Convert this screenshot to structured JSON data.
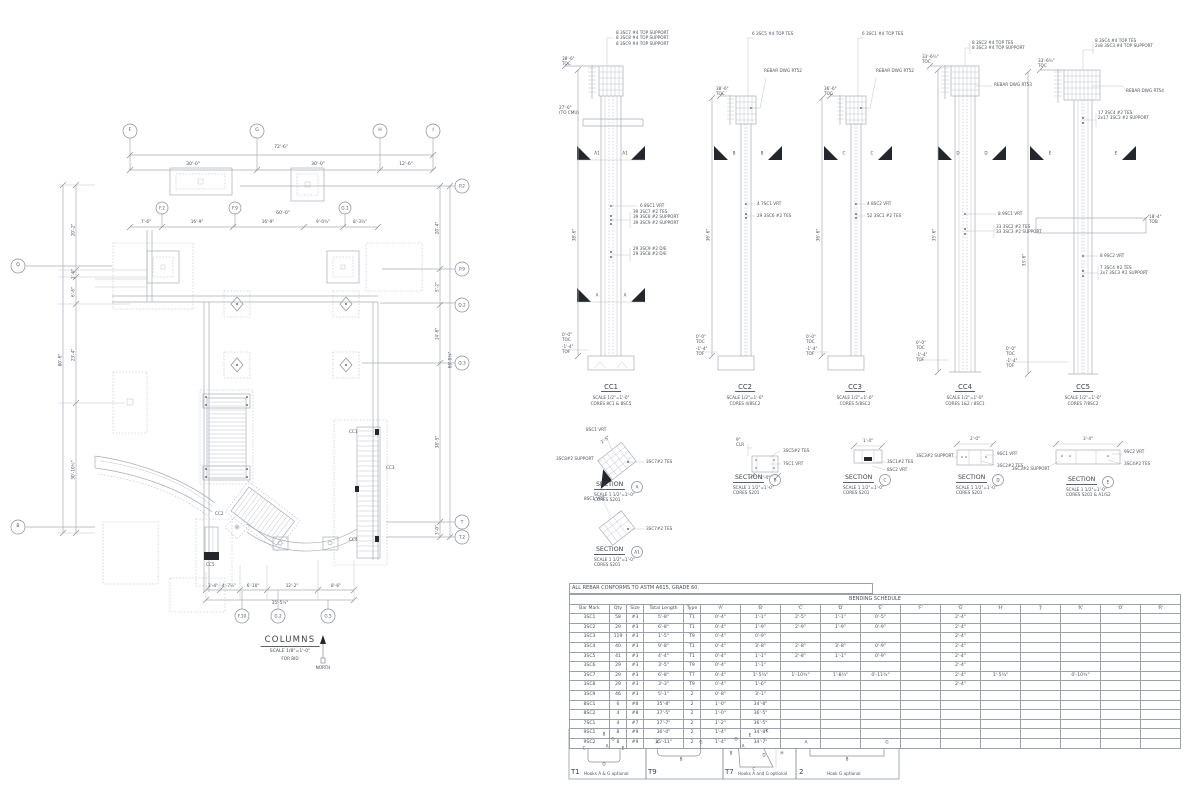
{
  "note": "ALL REBAR CONFORMS TO ASTM A615, GRADE 60.",
  "plan": {
    "title": "COLUMNS",
    "scale": "SCALE 1/8\"=1'-0\"",
    "bid": "FOR BID",
    "north": "NORTH",
    "grid_top": [
      "F",
      "G",
      "H",
      "I"
    ],
    "dim_overall_top": "72'-6\"",
    "dims_top": [
      "30'-0\"",
      "30'-0\"",
      "12'-6\""
    ],
    "grid_inner": [
      "F.2",
      "F.9",
      "G.1"
    ],
    "dim_overall_inner": "60'-0\"",
    "dims_inner": [
      "7'-6\"",
      "16'-9\"",
      "16'-9\"",
      "9'-0¾\"",
      "8'-3¾\""
    ],
    "grid_right": [
      "P.2",
      "P.9",
      "Q.2",
      "Q.3",
      "T",
      "T.2"
    ],
    "dims_right": [
      "20'-4\"",
      "5'-2\"",
      "14'-6\"",
      "38'-5\"",
      "3'-0\""
    ],
    "dim_overall_right": "66'-9¾\"",
    "grid_left": [
      "Q",
      "B"
    ],
    "dims_left": [
      "20'-2\"",
      "1'-6\"",
      "6'-6\"",
      "23'-4\"",
      "30'-10½\""
    ],
    "dim_overall_left": "80'-6\"",
    "grid_bottom": [
      "F.10",
      "G.2",
      "G.5"
    ],
    "dims_bottom": [
      "3'-4\"",
      "4'-7½\"",
      "6'-10\"",
      "12'-2\"",
      "8'-6\""
    ],
    "dim_overall_bottom": "35'-5½\"",
    "tags": {
      "cc1": "CC1",
      "cc2": "CC2",
      "cc3": "CC3",
      "cc4": "CC4",
      "cc5": "CC5"
    }
  },
  "elevations": [
    {
      "name": "CC1",
      "scale": "SCALE 1/2\"=1'-0\"",
      "cores": "CORES 8C1 & 8SC5",
      "top_note": "8 3SC7 #4 TOP SUPPORT\n8 3SC8 #4 TOP SUPPORT\n8 3SC9 #4 TOP SUPPORT",
      "elev": "38'-6\"\nTOC",
      "cmu": "27'-6\"\n(TO CMU)",
      "vert": "6 8SC1 VRT",
      "ties": "39 3SC7 #2 TES\n39 3SC8 #2 SUPPORT\n39 3SC9 #2 SUPPORT",
      "ties2": "29 3SC9 #2 D/E\n29 3SC8 #2 D/E",
      "height": "38'-6\"",
      "base": "0'-0\"\nTOC",
      "base2": "-1'-4\"\nTOF",
      "flag_upper": "A1",
      "flag_lower": "A"
    },
    {
      "name": "CC2",
      "scale": "SCALE 1/2\"=1'-0\"",
      "cores": "CORES 4/8SC2",
      "top_note": "6 3SC5 #4 TOP TES",
      "ref": "REBAR DWG RT52",
      "elev": "38'-6\"\nTOC",
      "vert": "4 7SC1 VRT",
      "ties": "29 3SC6 #2 TES",
      "height": "36'-6\"",
      "base": "0'-0\"\nTOC",
      "base2": "-1'-4\"\nTOF",
      "flag": "B"
    },
    {
      "name": "CC3",
      "scale": "SCALE 1/2\"=1'-0\"",
      "cores": "CORES 5/8SC2",
      "top_note": "6 3SC1 #4 TOP TES",
      "ref": "REBAR DWG RT52",
      "elev": "36'-6\"\nTOC",
      "vert": "4 8SC2 VRT",
      "ties": "52 3SC1 #2 TES",
      "height": "36'-6\"",
      "base": "0'-0\"\nTOC",
      "base2": "-1'-4\"\nTOF",
      "flag": "C"
    },
    {
      "name": "CC4",
      "scale": "SCALE 1/2\"=1'-0\"",
      "cores": "CORES 1&2 / 8SC1",
      "top_note": "8 3SC2 #4 TOP TES\n8 3SC3 #4 TOP SUPPORT",
      "ref": "REBAR DWG RT53",
      "elev": "33'-6¾\"\nTOC",
      "vert": "8 9SC1 VRT",
      "ties": "33 3SC2 #2 TES\n33 3SC3 #2 SUPPORT",
      "height": "35'-6\"",
      "base": "0'-0\"\nTOC",
      "base2": "-1'-4\"\nTOF",
      "flag": "D"
    },
    {
      "name": "CC5",
      "scale": "SCALE 1/2\"=1'-0\"",
      "cores": "CORES 7/8SC2",
      "top_note": "8 3SC4 #4 TOP TES\n2x8 3SC3 #4 TOP SUPPORT",
      "ref": "REBAR DWG RT54",
      "ties_top": "17 3SC4 #2 TES\n2x17 3SC3 #2 SUPPORT",
      "beam": "18'-4\"\nTOB",
      "elev": "33'-6¾\"\nTOC",
      "vert": "8 9SC2 VRT",
      "ties": "7 3SC4 #2 TES\n2x7 3SC3 #2 SUPPORT",
      "height": "33'-6\"",
      "base": "0'-0\"\nTOC",
      "base2": "-1'-4\"\nTOF",
      "flag": "E"
    }
  ],
  "sections": [
    {
      "title": "SECTION",
      "bubble": "A",
      "scale": "SCALE 1 1/2\"=1'-0\"",
      "ref": "CORES S201",
      "l1": "8SC1 VRT",
      "l2": "3SC8#2 SUPPORT",
      "l3": "3SC7#2 TES",
      "d1": "2'-5\"",
      "d2": "1'-10\""
    },
    {
      "title": "SECTION",
      "bubble": "A1",
      "scale": "SCALE 1 1/2\"=1'-0\"",
      "ref": "CORES S201",
      "l1": "8SC1 VRT",
      "l3": "3SC7#2 TES",
      "d1": "2'-5\""
    },
    {
      "title": "SECTION",
      "bubble": "B",
      "scale": "SCALE 1 1/2\"=1'-0\"",
      "ref": "CORES S201",
      "l1": "3SC5#2 TES",
      "l2": "7SC1 VRT",
      "d1": "9\"\nCLR",
      "d2": "1'-4\""
    },
    {
      "title": "SECTION",
      "bubble": "C",
      "scale": "SCALE 1 1/2\"=1'-0\"",
      "ref": "CORES S201",
      "l1": "3SC1#2 TES",
      "l2": "8SC2 VRT",
      "d1": "1'-4\""
    },
    {
      "title": "SECTION",
      "bubble": "D",
      "scale": "SCALE 1 1/2\"=1'-0\"",
      "ref": "CORES S201",
      "l1": "3SC3#2 SUPPORT",
      "l2": "9SC1 VRT",
      "l3": "3SC2#2 TES",
      "d1": "2'-0\""
    },
    {
      "title": "SECTION",
      "bubble": "E",
      "scale": "SCALE 1 1/2\"=1'-0\"",
      "ref": "CORES S201 & A1/S2",
      "l1": "3SC3#2 SUPPORT",
      "l2": "9SC2 VRT",
      "l3": "3SC4#2 TES",
      "d1": "3'-4\""
    }
  ],
  "schedule": {
    "title": "BENDING SCHEDULE",
    "headers": [
      "Bar Mark",
      "Qty",
      "Size",
      "Total Length",
      "Type",
      "'A'",
      "'B'",
      "'C'",
      "'D'",
      "'E'",
      "'F'",
      "'G'",
      "'H'",
      "'J'",
      "'K'",
      "'O'",
      "'R'"
    ],
    "rows": [
      [
        "3SC1",
        "58",
        "#3",
        "5'-8\"",
        "T1",
        "0'-4\"",
        "1'-1\"",
        "2'-5\"",
        "1'-1\"",
        "0'-5\"",
        "",
        "2'-4\"",
        "",
        "",
        "",
        "",
        ""
      ],
      [
        "3SC2",
        "29",
        "#3",
        "6'-8\"",
        "T1",
        "0'-4\"",
        "1'-9\"",
        "2'-9\"",
        "1'-9\"",
        "0'-9\"",
        "",
        "2'-4\"",
        "",
        "",
        "",
        "",
        ""
      ],
      [
        "3SC3",
        "119",
        "#3",
        "1'-5\"",
        "T9",
        "0'-4\"",
        "0'-9\"",
        "",
        "",
        "",
        "",
        "2'-4\"",
        "",
        "",
        "",
        "",
        ""
      ],
      [
        "3SC4",
        "40",
        "#3",
        "9'-8\"",
        "T1",
        "0'-4\"",
        "3'-8\"",
        "2'-8\"",
        "3'-8\"",
        "0'-9\"",
        "",
        "2'-4\"",
        "",
        "",
        "",
        "",
        ""
      ],
      [
        "3SC5",
        "41",
        "#3",
        "4'-4\"",
        "T1",
        "0'-4\"",
        "1'-1\"",
        "2'-8\"",
        "1'-1\"",
        "0'-9\"",
        "",
        "2'-4\"",
        "",
        "",
        "",
        "",
        ""
      ],
      [
        "3SC6",
        "29",
        "#3",
        "3'-5\"",
        "T9",
        "0'-4\"",
        "1'-1\"",
        "",
        "",
        "",
        "",
        "2'-4\"",
        "",
        "",
        "",
        "",
        ""
      ],
      [
        "3SC7",
        "29",
        "#3",
        "6'-8\"",
        "T7",
        "0'-4\"",
        "1'-5¾\"",
        "1'-10¾\"",
        "1'-8¾\"",
        "0'-11¾\"",
        "",
        "2'-4\"",
        "1'-5¾\"",
        "",
        "0'-10¾\"",
        "",
        ""
      ],
      [
        "3SC8",
        "29",
        "#3",
        "3'-3\"",
        "T9",
        "0'-4\"",
        "1'-6\"",
        "",
        "",
        "",
        "",
        "2'-4\"",
        "",
        "",
        "",
        "",
        ""
      ],
      [
        "3SC9",
        "46",
        "#3",
        "5'-1\"",
        "2",
        "0'-8\"",
        "3'-1\"",
        "",
        "",
        "",
        "",
        "",
        "",
        "",
        "",
        "",
        ""
      ],
      [
        "8SC1",
        "6",
        "#8",
        "35'-8\"",
        "2",
        "1'-0\"",
        "34'-8\"",
        "",
        "",
        "",
        "",
        "",
        "",
        "",
        "",
        "",
        ""
      ],
      [
        "8SC2",
        "4",
        "#8",
        "37'-5\"",
        "2",
        "1'-0\"",
        "36'-5\"",
        "",
        "",
        "",
        "",
        "",
        "",
        "",
        "",
        "",
        ""
      ],
      [
        "7SC1",
        "4",
        "#7",
        "37'-7\"",
        "2",
        "1'-2\"",
        "36'-5\"",
        "",
        "",
        "",
        "",
        "",
        "",
        "",
        "",
        "",
        ""
      ],
      [
        "9SC1",
        "8",
        "#9",
        "36'-0\"",
        "2",
        "1'-4\"",
        "34'-8\"",
        "",
        "",
        "",
        "",
        "",
        "",
        "",
        "",
        "",
        ""
      ],
      [
        "9SC2",
        "8",
        "#9",
        "35'-11\"",
        "2",
        "1'-4\"",
        "34'-7\"",
        "",
        "",
        "",
        "",
        "",
        "",
        "",
        "",
        "",
        ""
      ]
    ]
  },
  "hooks": {
    "boxes": [
      {
        "tag": "T1",
        "note": "Hooks A & G optional",
        "lA": "A",
        "lB": "B",
        "lC": "C",
        "lD": "D",
        "lE": "E",
        "lG": "G"
      },
      {
        "tag": "T9",
        "lA": "A",
        "lB": "B",
        "lG": "G"
      },
      {
        "tag": "T7",
        "note": "Hooks A and G optional",
        "lA": "A",
        "lB": "B",
        "lC": "C",
        "lD": "D",
        "lE": "E",
        "lG": "G",
        "lH": "H",
        "lK": "K"
      },
      {
        "tag": "2",
        "note": "Hook G optional",
        "lA": "A",
        "lB": "B",
        "lG": "G"
      }
    ]
  }
}
